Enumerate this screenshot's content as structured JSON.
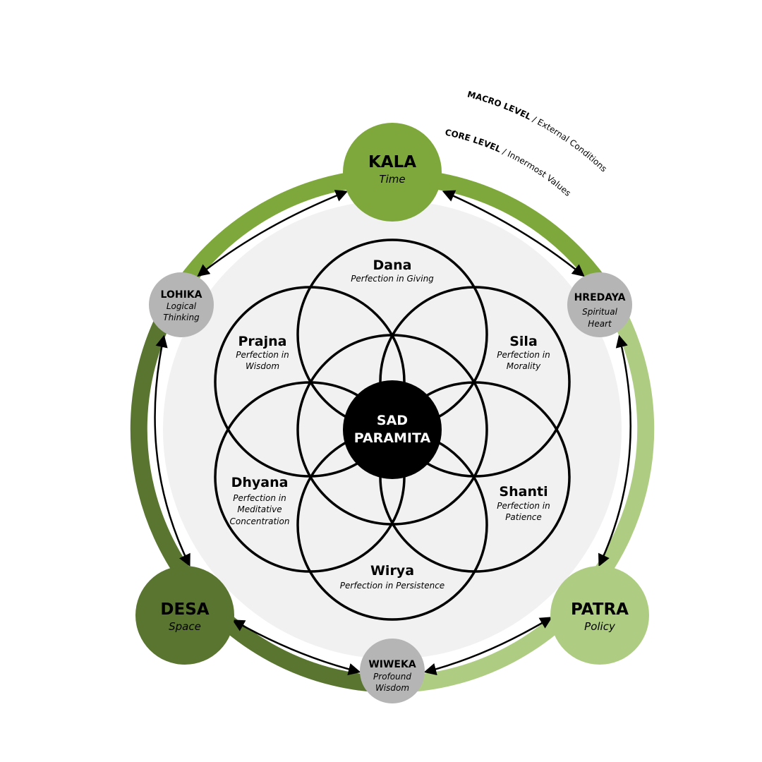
{
  "center": {
    "line1": "SAD",
    "line2": "PARAMITA"
  },
  "nodes": {
    "kala": {
      "title": "KALA",
      "subtitle": "Time"
    },
    "desa": {
      "title": "DESA",
      "subtitle": "Space"
    },
    "patra": {
      "title": "PATRA",
      "subtitle": "Policy"
    }
  },
  "connectors": {
    "lohika": {
      "title": "LOHIKA",
      "line1": "Logical",
      "line2": "Thinking"
    },
    "hredaya": {
      "title": "HREDAYA",
      "line1": "Spiritual",
      "line2": "Heart"
    },
    "wiweka": {
      "title": "WIWEKA",
      "line1": "Profound",
      "line2": "Wisdom"
    }
  },
  "levels": {
    "macro_bold": "MACRO LEVEL",
    "macro_rest": " / External Conditions",
    "core_bold": "CORE LEVEL",
    "core_rest": " / Innermost Values"
  },
  "petals": {
    "dana": {
      "title": "Dana",
      "lines": [
        "Perfection in Giving"
      ]
    },
    "sila": {
      "title": "Sila",
      "lines": [
        "Perfection in",
        "Morality"
      ]
    },
    "shanti": {
      "title": "Shanti",
      "lines": [
        "Perfection in",
        "Patience"
      ]
    },
    "wirya": {
      "title": "Wirya",
      "lines": [
        "Perfection in Persistence"
      ]
    },
    "dhyana": {
      "title": "Dhyana",
      "lines": [
        "Perfection in",
        "Meditative",
        "Concentration"
      ]
    },
    "prajna": {
      "title": "Prajna",
      "lines": [
        "Perfection in",
        "Wisdom"
      ]
    }
  },
  "colors": {
    "dark_green": "#5a7530",
    "mid_green": "#7fa83c",
    "light_green": "#aecd82",
    "connector_grey": "#b5b5b5",
    "inner_fill": "#f1f1f1",
    "black": "#000000"
  }
}
